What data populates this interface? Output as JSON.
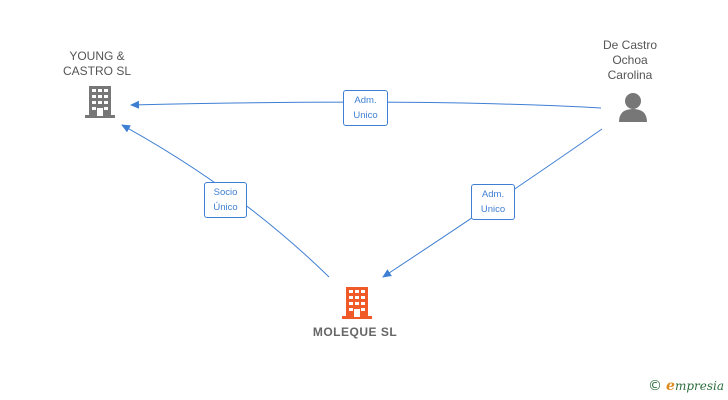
{
  "nodes": {
    "young_castro": {
      "label_line1": "YOUNG &",
      "label_line2": "CASTRO SL",
      "icon": "building-icon",
      "color": "#777777"
    },
    "de_castro": {
      "label_line1": "De Castro",
      "label_line2": "Ochoa",
      "label_line3": "Carolina",
      "icon": "person-icon",
      "color": "#777777"
    },
    "moleque": {
      "label": "MOLEQUE SL",
      "icon": "building-icon",
      "color": "#f05a28"
    }
  },
  "edges": {
    "adm_top": {
      "line1": "Adm.",
      "line2": "Unico"
    },
    "socio": {
      "line1": "Socio",
      "line2": "Único"
    },
    "adm_right": {
      "line1": "Adm.",
      "line2": "Unico"
    }
  },
  "colors": {
    "edge": "#3f7fd3",
    "accent": "#f05a28",
    "neutral": "#777777"
  },
  "brand": {
    "copyright": "©",
    "name_initial": "e",
    "name_rest": "mpresia"
  }
}
